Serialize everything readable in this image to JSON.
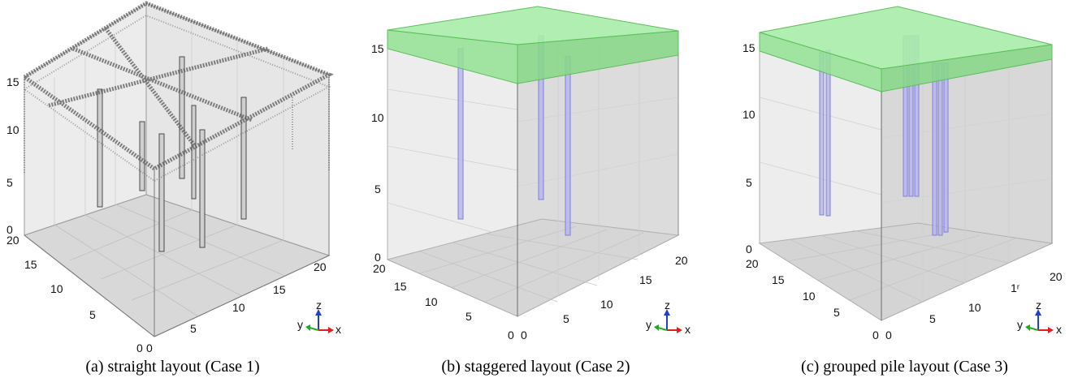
{
  "panels": [
    {
      "caption": "(a) straight layout (Case 1)",
      "z_ticks": [
        "0",
        "5",
        "10",
        "15"
      ],
      "y_ticks": [
        "0",
        "5",
        "10",
        "15",
        "20"
      ],
      "x_ticks": [
        "0",
        "5",
        "10",
        "15",
        "20"
      ],
      "axis_triad": {
        "x": "x",
        "y": "y",
        "z": "z"
      }
    },
    {
      "caption": "(b) staggered layout (Case 2)",
      "z_ticks": [
        "0",
        "5",
        "10",
        "15"
      ],
      "y_ticks": [
        "0",
        "5",
        "10",
        "15",
        "20"
      ],
      "x_ticks": [
        "0",
        "5",
        "10",
        "15",
        "20"
      ],
      "axis_triad": {
        "x": "x",
        "y": "y",
        "z": "z"
      }
    },
    {
      "caption": "(c) grouped pile layout (Case 3)",
      "z_ticks": [
        "0",
        "5",
        "10",
        "15"
      ],
      "y_ticks": [
        "0",
        "5",
        "10",
        "15",
        "20"
      ],
      "x_ticks": [
        "0",
        "5",
        "10",
        "1ʳ",
        "20"
      ],
      "axis_triad": {
        "x": "x",
        "y": "y",
        "z": "z"
      }
    }
  ],
  "colors": {
    "soil_block": "#d9d9d9",
    "cap_slab": "#8ee68e",
    "pile_fill": "#b7b7ee",
    "pile_stroke": "#7f7fd4",
    "axis_x": "#e02020",
    "axis_y": "#22aa22",
    "axis_z": "#2040d0"
  }
}
